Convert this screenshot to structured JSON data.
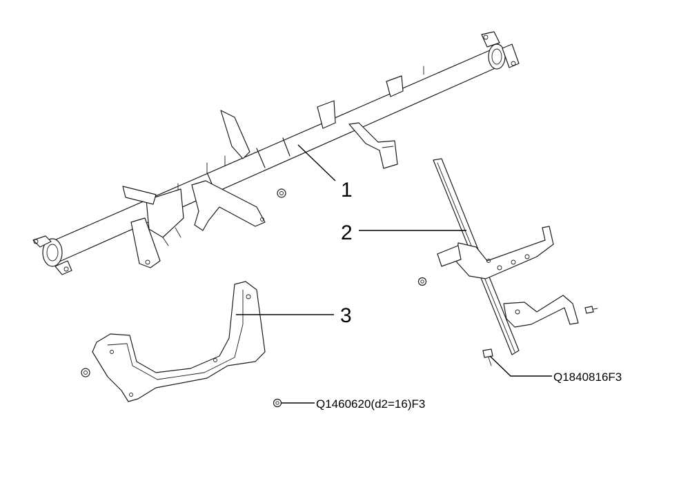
{
  "callouts": {
    "c1": "1",
    "c2": "2",
    "c3": "3"
  },
  "fasteners": {
    "bolt_code": "Q1840816F3",
    "nut_code": "Q1460620(d2=16)F3"
  }
}
